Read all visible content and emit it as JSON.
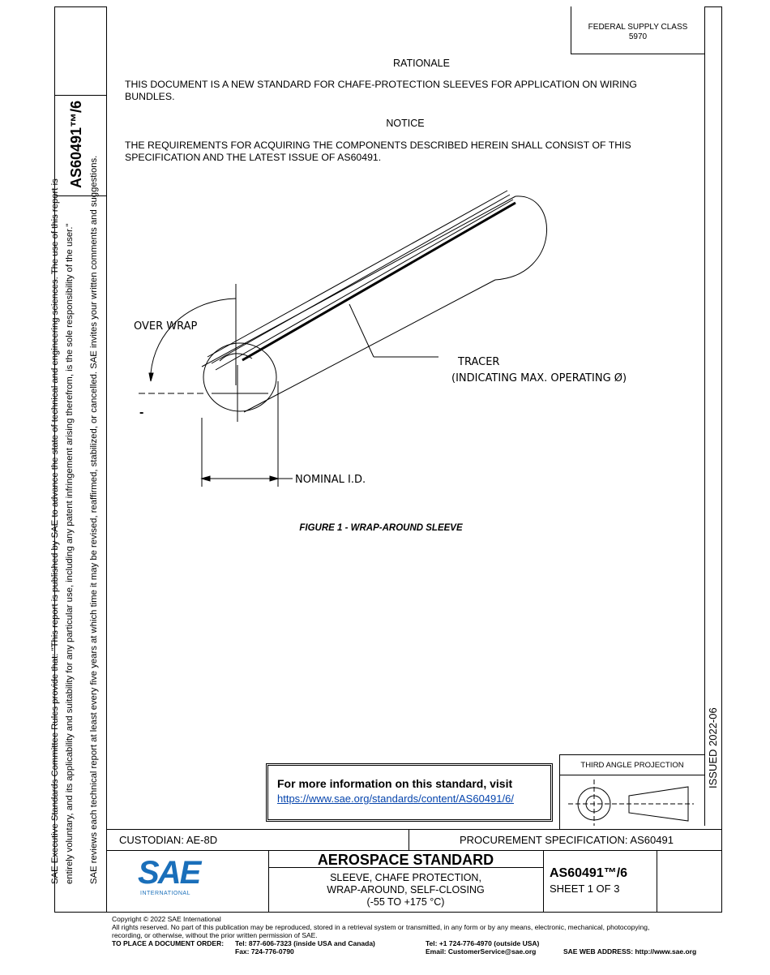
{
  "header": {
    "fsc_label": "FEDERAL SUPPLY CLASS",
    "fsc_value": "5970"
  },
  "side": {
    "doc_id": "AS60491™/6",
    "disclaimer_1": "SAE Executive Standards Committee Rules provide that: \"This report is published by SAE to advance the state of technical and engineering sciences. The use of this report is",
    "disclaimer_2": "entirely voluntary, and its applicability and suitability for any particular use, including any patent infringement arising therefrom, is the sole responsibility of the user.\"",
    "disclaimer_3": "SAE reviews each technical report at least every five years at which time it may be revised, reaffirmed, stabilized, or cancelled. SAE invites your written comments and suggestions.",
    "issued": "ISSUED 2022-06"
  },
  "body": {
    "rationale_heading": "RATIONALE",
    "rationale_text": "THIS DOCUMENT IS A NEW STANDARD FOR CHAFE-PROTECTION SLEEVES FOR APPLICATION ON WIRING BUNDLES.",
    "notice_heading": "NOTICE",
    "notice_text": "THE REQUIREMENTS FOR ACQUIRING THE COMPONENTS DESCRIBED HEREIN SHALL CONSIST OF THIS SPECIFICATION AND THE LATEST ISSUE OF AS60491."
  },
  "figure": {
    "over_wrap": "OVER WRAP",
    "tracer": "TRACER",
    "tracer_note": "(INDICATING MAX. OPERATING Ø)",
    "nominal_id": "NOMINAL I.D.",
    "dash": "-",
    "caption": "FIGURE 1 - WRAP-AROUND SLEEVE"
  },
  "info_box": {
    "text": "For more information on this standard, visit",
    "link": "https://www.sae.org/standards/content/AS60491/6/"
  },
  "projection": {
    "label": "THIRD ANGLE PROJECTION"
  },
  "title_block": {
    "custodian": "CUSTODIAN: AE-8D",
    "procurement": "PROCUREMENT SPECIFICATION: AS60491",
    "logo_text": "SAE",
    "logo_sub": "INTERNATIONAL",
    "standard_title": "AEROSPACE STANDARD",
    "desc_1": "SLEEVE, CHAFE PROTECTION,",
    "desc_2": "WRAP-AROUND, SELF-CLOSING",
    "desc_3": "(-55 TO +175 °C)",
    "doc_number": "AS60491™/6",
    "sheet": "SHEET 1 OF 3"
  },
  "footer": {
    "copyright": "Copyright © 2022 SAE International",
    "rights_1": "All rights reserved. No part of this publication may be reproduced, stored in a retrieval system or transmitted, in any form or by any means, electronic, mechanical, photocopying,",
    "rights_2": "recording, or otherwise, without the prior written permission of SAE.",
    "order_label": "TO PLACE A DOCUMENT ORDER:",
    "tel_usa": "Tel: 877-606-7323 (inside USA and Canada)",
    "fax": "Fax: 724-776-0790",
    "tel_outside": "Tel: +1 724-776-4970 (outside USA)",
    "email": "Email: CustomerService@sae.org",
    "web": "SAE WEB ADDRESS: http://www.sae.org"
  }
}
